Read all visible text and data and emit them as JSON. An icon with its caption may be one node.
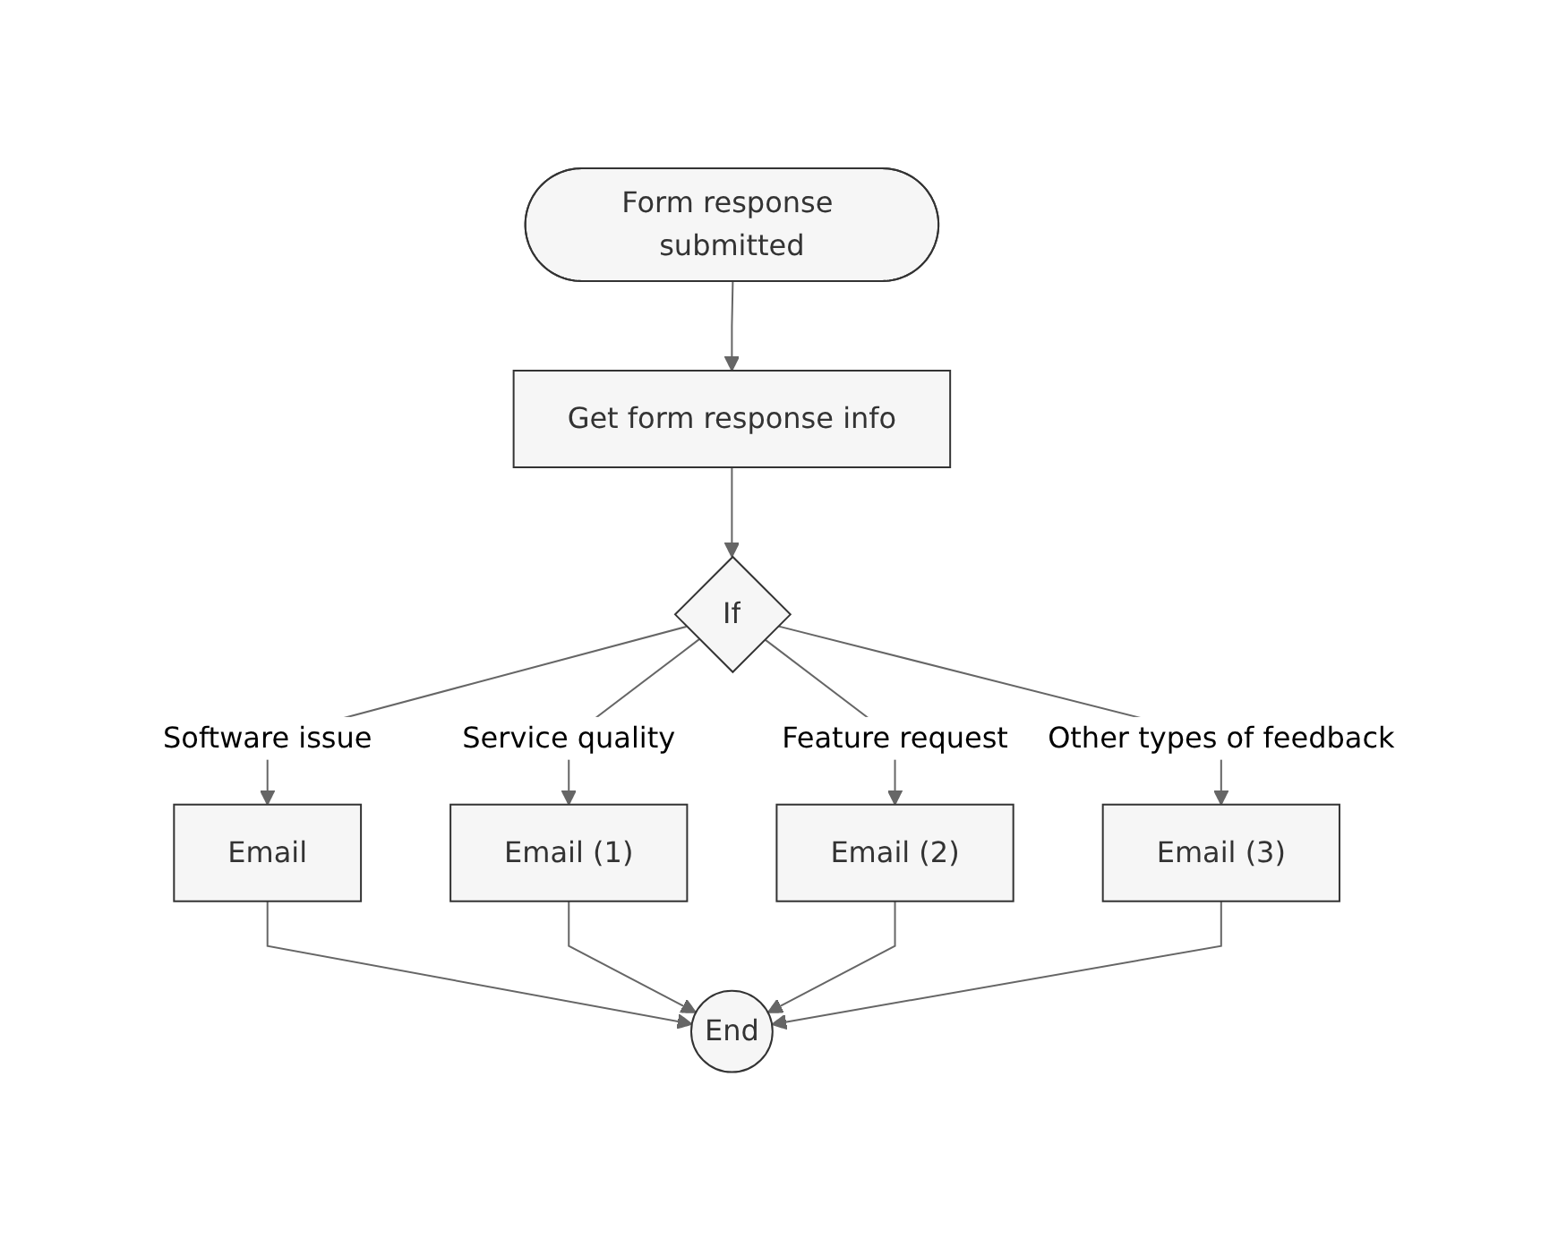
{
  "diagram": {
    "nodes": [
      {
        "text": [
          "Form response submitted"
        ]
      },
      {
        "text": [
          "Get form response info"
        ]
      },
      {
        "text": [
          "If"
        ]
      },
      {
        "text": [
          "Email"
        ]
      },
      {
        "text": [
          "Email (1)"
        ]
      },
      {
        "text": [
          "Email (2)"
        ]
      },
      {
        "text": [
          "Email (3)"
        ]
      },
      {
        "text": [
          "End"
        ]
      }
    ],
    "edges": [
      {
        "from": 0,
        "to": 1,
        "arrow": "to"
      },
      {
        "from": 1,
        "to": 2,
        "arrow": "to"
      },
      {
        "from": 2,
        "to": 3,
        "arrow": "to",
        "label": "Software issue"
      },
      {
        "from": 2,
        "to": 4,
        "arrow": "to",
        "label": "Service quality"
      },
      {
        "from": 2,
        "to": 5,
        "arrow": "to",
        "label": "Feature request"
      },
      {
        "from": 2,
        "to": 6,
        "arrow": "to",
        "label": "Other types of feedback"
      },
      {
        "from": 3,
        "to": 7,
        "arrow": "to"
      },
      {
        "from": 4,
        "to": 7,
        "arrow": "to"
      },
      {
        "from": 5,
        "to": 7,
        "arrow": "to"
      },
      {
        "from": 6,
        "to": 7,
        "arrow": "to"
      }
    ]
  }
}
